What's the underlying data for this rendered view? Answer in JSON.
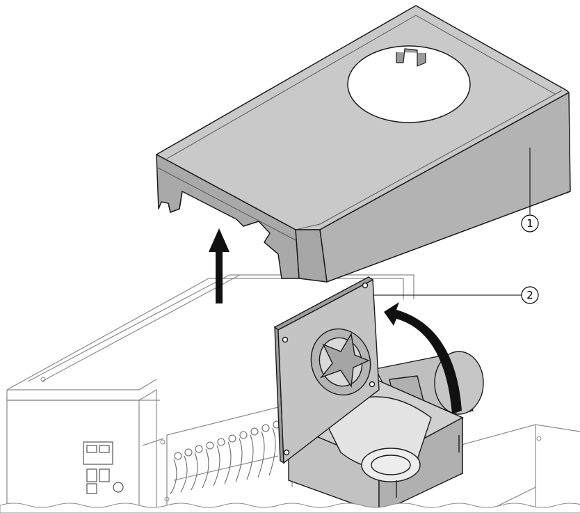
{
  "diagram": {
    "callouts": [
      {
        "id": "callout-1",
        "label": "1"
      },
      {
        "id": "callout-2",
        "label": "2"
      }
    ],
    "colors": {
      "line": "#1a1a1a",
      "light_line": "#8a8a8a",
      "cover_top": "#c8c8c8",
      "cover_side": "#b3b3b3",
      "cover_front": "#a9a9a9",
      "panel": "#bdbdbd",
      "background": "#ffffff",
      "arrow": "#111111"
    }
  }
}
